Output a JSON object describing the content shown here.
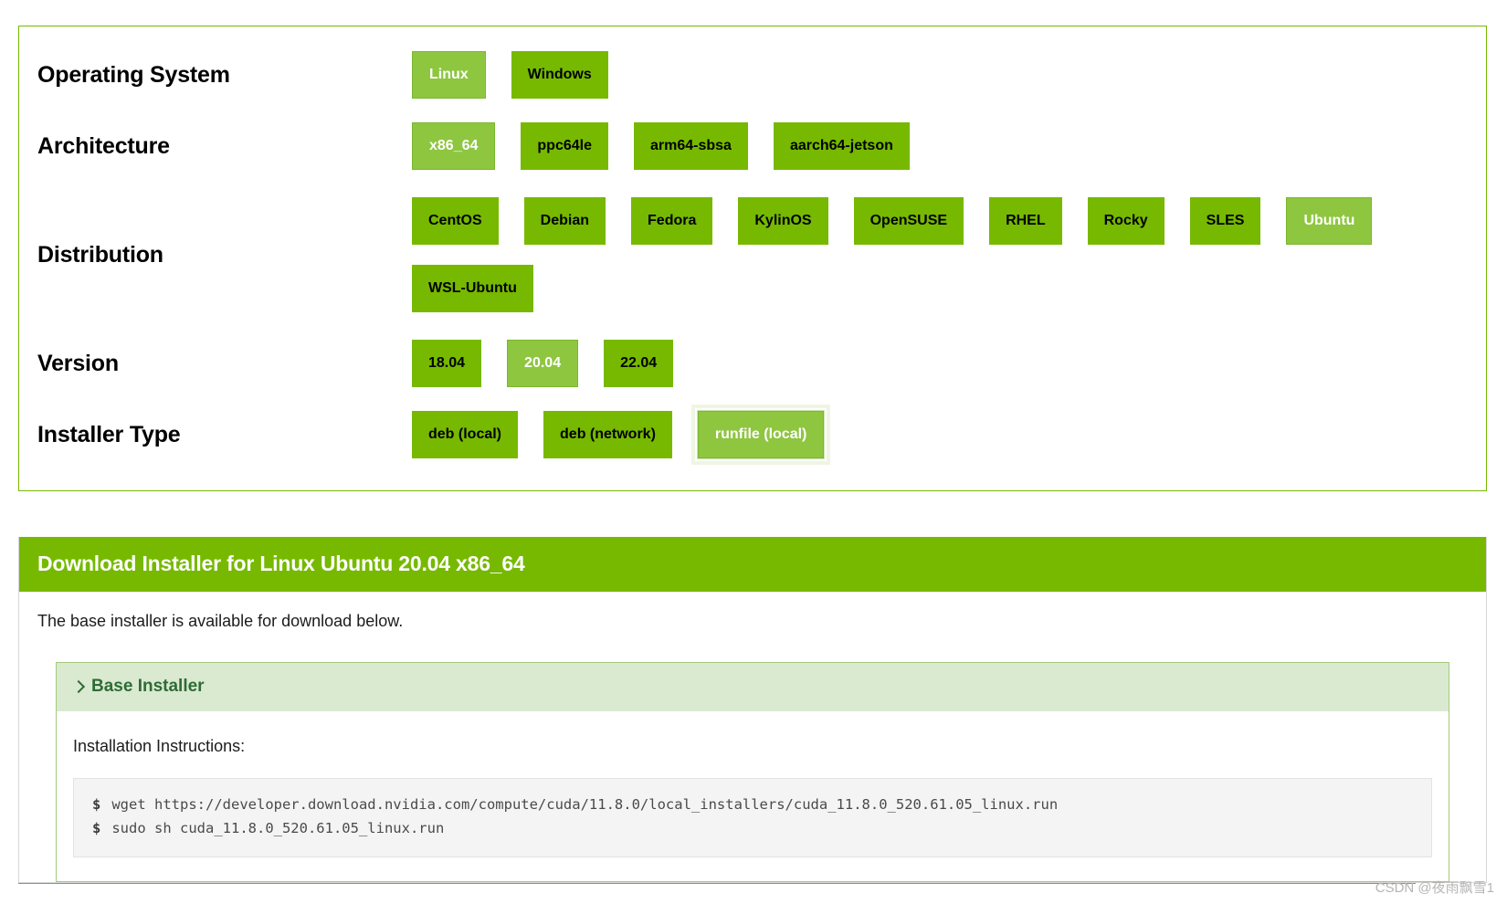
{
  "selector": {
    "rows": [
      {
        "id": "operating-system",
        "label": "Operating System",
        "options": [
          {
            "label": "Linux",
            "selected": true,
            "focused": false
          },
          {
            "label": "Windows",
            "selected": false,
            "focused": false
          }
        ]
      },
      {
        "id": "architecture",
        "label": "Architecture",
        "options": [
          {
            "label": "x86_64",
            "selected": true,
            "focused": false
          },
          {
            "label": "ppc64le",
            "selected": false,
            "focused": false
          },
          {
            "label": "arm64-sbsa",
            "selected": false,
            "focused": false
          },
          {
            "label": "aarch64-jetson",
            "selected": false,
            "focused": false
          }
        ]
      },
      {
        "id": "distribution",
        "label": "Distribution",
        "options": [
          {
            "label": "CentOS",
            "selected": false,
            "focused": false
          },
          {
            "label": "Debian",
            "selected": false,
            "focused": false
          },
          {
            "label": "Fedora",
            "selected": false,
            "focused": false
          },
          {
            "label": "KylinOS",
            "selected": false,
            "focused": false
          },
          {
            "label": "OpenSUSE",
            "selected": false,
            "focused": false
          },
          {
            "label": "RHEL",
            "selected": false,
            "focused": false
          },
          {
            "label": "Rocky",
            "selected": false,
            "focused": false
          },
          {
            "label": "SLES",
            "selected": false,
            "focused": false
          },
          {
            "label": "Ubuntu",
            "selected": true,
            "focused": false
          },
          {
            "label": "WSL-Ubuntu",
            "selected": false,
            "focused": false
          }
        ]
      },
      {
        "id": "version",
        "label": "Version",
        "options": [
          {
            "label": "18.04",
            "selected": false,
            "focused": false
          },
          {
            "label": "20.04",
            "selected": true,
            "focused": false
          },
          {
            "label": "22.04",
            "selected": false,
            "focused": false
          }
        ]
      },
      {
        "id": "installer-type",
        "label": "Installer Type",
        "options": [
          {
            "label": "deb (local)",
            "selected": false,
            "focused": false
          },
          {
            "label": "deb (network)",
            "selected": false,
            "focused": false
          },
          {
            "label": "runfile (local)",
            "selected": true,
            "focused": true
          }
        ]
      }
    ]
  },
  "download": {
    "header": "Download Installer for Linux Ubuntu 20.04 x86_64",
    "intro": "The base installer is available for download below.",
    "installer": {
      "title": "Base Installer",
      "chevron_icon": "chevron-right-icon",
      "instructions_label": "Installation Instructions:",
      "commands": [
        {
          "prompt": "$",
          "text": "wget https://developer.download.nvidia.com/compute/cuda/11.8.0/local_installers/cuda_11.8.0_520.61.05_linux.run"
        },
        {
          "prompt": "$",
          "text": "sudo sh cuda_11.8.0_520.61.05_linux.run"
        }
      ]
    }
  },
  "watermark": "CSDN @夜雨飘雪1",
  "colors": {
    "brand_green": "#76b900",
    "selected_green": "#8ec640",
    "panel_border": "#76b900",
    "installer_head_bg": "#d9ead1",
    "installer_title": "#2f6b35",
    "code_bg": "#f4f4f4"
  }
}
